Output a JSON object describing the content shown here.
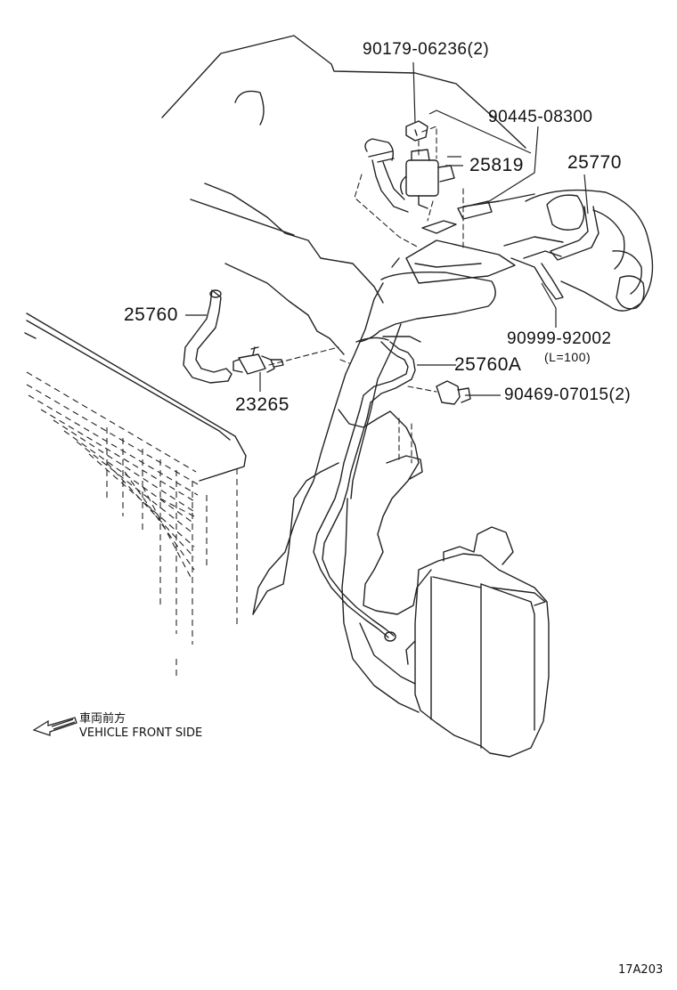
{
  "parts": [
    {
      "id": "p1",
      "text": "90179-06236(2)"
    },
    {
      "id": "p2",
      "text": "90445-08300"
    },
    {
      "id": "p3",
      "text": "25819"
    },
    {
      "id": "p4",
      "text": "25770"
    },
    {
      "id": "p5",
      "text": "25760"
    },
    {
      "id": "p6",
      "text": "90999-92002"
    },
    {
      "id": "p7",
      "text": "(L=100)"
    },
    {
      "id": "p8",
      "text": "25760A"
    },
    {
      "id": "p9",
      "text": "23265"
    },
    {
      "id": "p10",
      "text": "90469-07015(2)"
    }
  ],
  "direction": {
    "japanese": "車両前方",
    "english": "VEHICLE FRONT SIDE"
  },
  "figure_id": "17A203"
}
